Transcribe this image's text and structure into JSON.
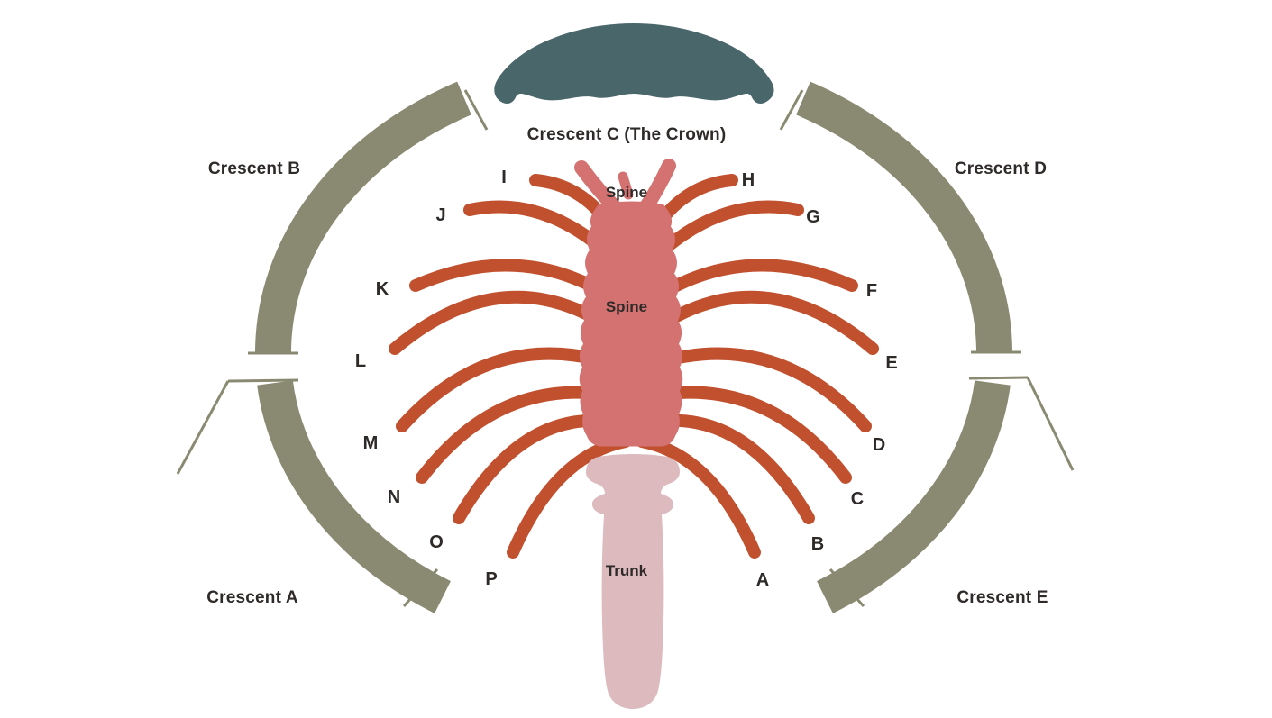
{
  "crown": {
    "label": "Crescent C (The Crown)",
    "color": "#49666b"
  },
  "crescents": {
    "color": "#8a8a72",
    "items": [
      {
        "id": "A",
        "label": "Crescent A"
      },
      {
        "id": "B",
        "label": "Crescent B"
      },
      {
        "id": "D",
        "label": "Crescent D"
      },
      {
        "id": "E",
        "label": "Crescent E"
      }
    ]
  },
  "spine": {
    "color": "#d47272",
    "labels": [
      "Spine",
      "Spine"
    ]
  },
  "trunk": {
    "color": "#dcbabe",
    "label": "Trunk"
  },
  "fronds": {
    "color": "#c1502e",
    "right": [
      "H",
      "G",
      "F",
      "E",
      "D",
      "C",
      "B",
      "A"
    ],
    "left": [
      "I",
      "J",
      "K",
      "L",
      "M",
      "N",
      "O",
      "P"
    ]
  },
  "text_color": "#2e2a28",
  "background": "#ffffff"
}
